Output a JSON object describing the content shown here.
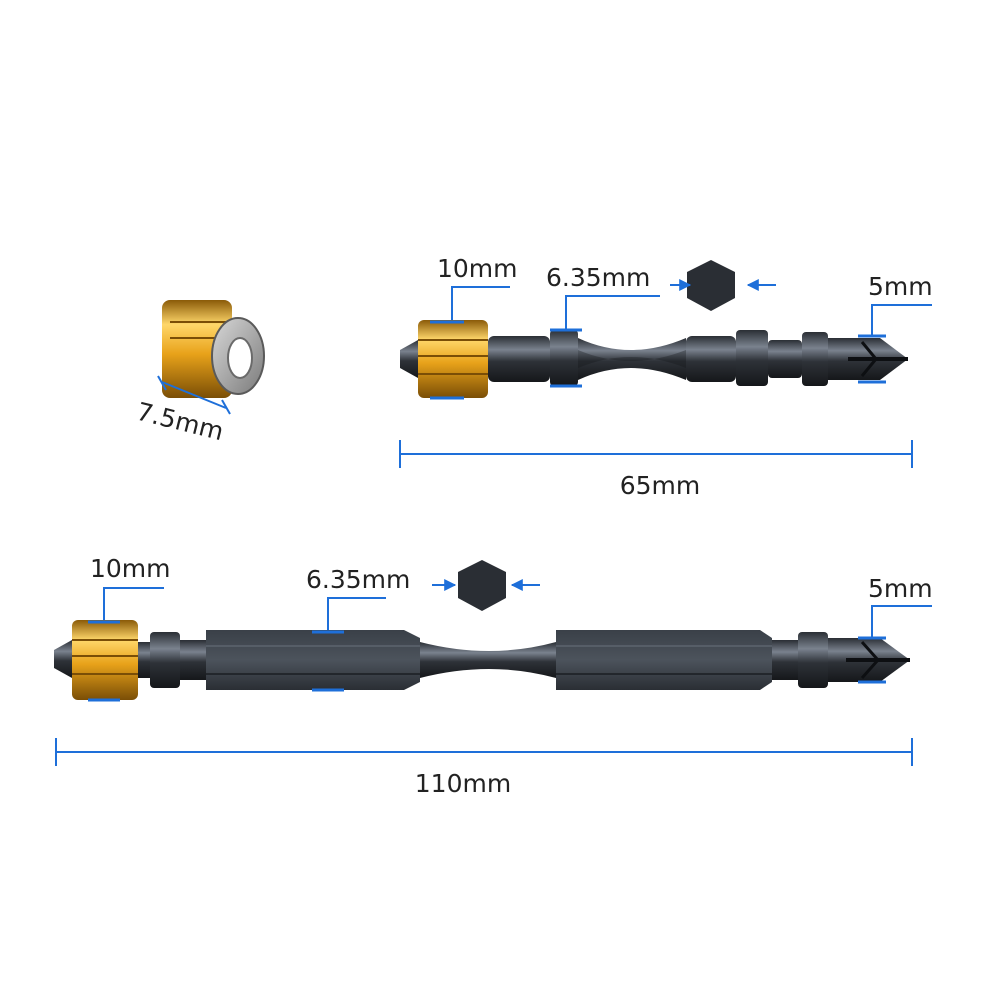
{
  "colors": {
    "dimension": "#1e6fd9",
    "steel_dark": "#1c1f24",
    "steel_light": "#6d7480",
    "gold": "#e8a21a",
    "gold_light": "#ffd76a",
    "gold_dark": "#8a5a08",
    "label_text": "#222222"
  },
  "magnet_ring": {
    "diameter_label": "7.5mm"
  },
  "bit_65": {
    "ring_label": "10mm",
    "hex_label": "6.35mm",
    "tip_label": "5mm",
    "length_label": "65mm"
  },
  "bit_110": {
    "ring_label": "10mm",
    "hex_label": "6.35mm",
    "tip_label": "5mm",
    "length_label": "110mm"
  }
}
